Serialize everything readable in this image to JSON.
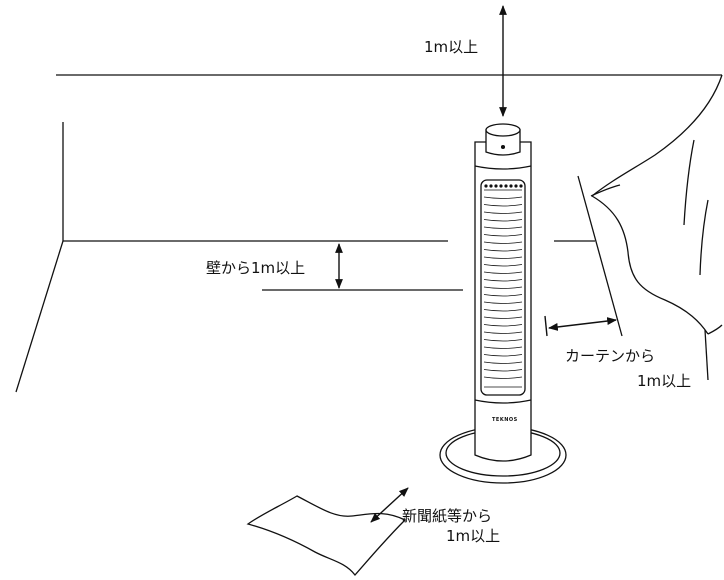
{
  "labels": {
    "top_clearance": "1m以上",
    "wall_clearance": "壁から1m以上",
    "curtain_line1": "カーテンから",
    "curtain_line2": "1m以上",
    "paper_line1": "新聞紙等から",
    "paper_line2": "1m以上"
  },
  "heater": {
    "brand": "TEKNOS",
    "body_color": "#ffffff",
    "line_color": "#111111"
  }
}
